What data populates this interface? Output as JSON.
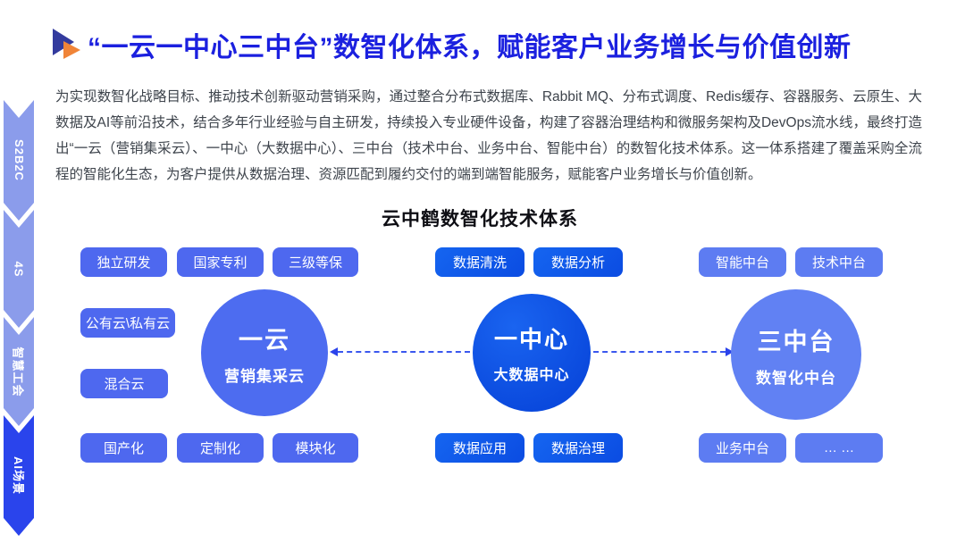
{
  "title": {
    "text": "“一云一中心三中台”数智化体系，赋能客户业务增长与价值创新"
  },
  "intro": "为实现数智化战略目标、推动技术创新驱动营销采购，通过整合分布式数据库、Rabbit MQ、分布式调度、Redis缓存、容器服务、云原生、大数据及AI等前沿技术，结合多年行业经验与自主研发，持续投入专业硬件设备，构建了容器治理结构和微服务架构及DevOps流水线，最终打造出“一云（营销集采云）、一中心（大数据中心）、三中台（技术中台、业务中台、智能中台）的数智化技术体系。这一体系搭建了覆盖采购全流程的智能化生态，为客户提供从数据治理、资源匹配到履约交付的端到端智能服务，赋能客户业务增长与价值创新。",
  "sidebar": {
    "items": [
      {
        "label": "S2B2C"
      },
      {
        "label": "4S"
      },
      {
        "label": "智慧工会"
      },
      {
        "label": "AI场景"
      }
    ]
  },
  "diagram": {
    "heading": "云中鹤数智化技术体系",
    "cloud": {
      "title": "一云",
      "subtitle": "营销集采云",
      "tags_top": [
        "独立研发",
        "国家专利",
        "三级等保"
      ],
      "tags_left": [
        "公有云\\私有云",
        "混合云"
      ],
      "tags_bottom": [
        "国产化",
        "定制化",
        "模块化"
      ]
    },
    "center": {
      "title": "一中心",
      "subtitle": "大数据中心",
      "tags_top": [
        "数据清洗",
        "数据分析"
      ],
      "tags_bottom": [
        "数据应用",
        "数据治理"
      ]
    },
    "platforms": {
      "title": "三中台",
      "subtitle": "数智化中台",
      "tags_top": [
        "智能中台",
        "技术中台"
      ],
      "tags_bottom": [
        "业务中台",
        "… …"
      ]
    }
  },
  "colors": {
    "title_blue": "#1b20df",
    "accent_orange": "#f08438",
    "pill_left": "#4e68ef",
    "pill_center": "#0d52e6",
    "pill_right": "#5d7cf2",
    "sidebar_light": "#8b9ceb",
    "sidebar_dark": "#2a44ec"
  }
}
